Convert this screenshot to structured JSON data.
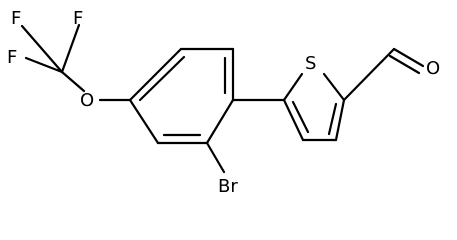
{
  "molecule": {
    "atoms": {
      "f1": "F",
      "f2": "F",
      "f3": "F",
      "o_ether": "O",
      "br": "Br",
      "s": "S",
      "o_aldehyde": "O"
    }
  }
}
